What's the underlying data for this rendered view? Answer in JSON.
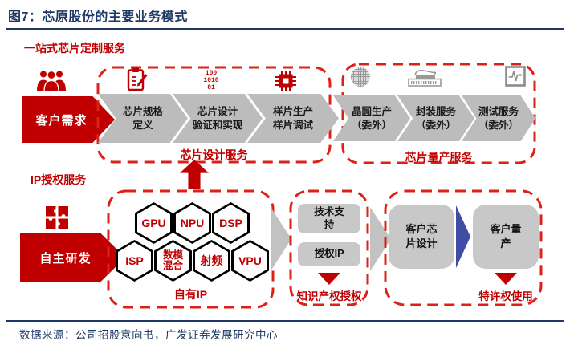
{
  "title": "图7：芯原股份的主要业务模式",
  "source": "数据来源：公司招股意向书，广发证券发展研究中心",
  "colors": {
    "accent_red": "#c00000",
    "dash_red": "#dd2018",
    "navy": "#1f3864",
    "chevron_gray": "#bcbcbc",
    "rect_gray": "#c8c8c8",
    "arrow_blue": "#3f4da6"
  },
  "sections": {
    "custom_service": {
      "label": "一站式芯片定制服务",
      "input_label": "客户需求",
      "input_icon": "customers-icon",
      "design_box": {
        "label": "芯片设计服务",
        "icons": [
          "clipboard-pen-icon",
          "binary-code-icon",
          "chip-icon"
        ],
        "binary_text": [
          "100",
          "1010",
          "01"
        ],
        "steps": [
          [
            "芯片规格",
            "定义"
          ],
          [
            "芯片设计",
            "验证和实现"
          ],
          [
            "样片生产",
            "样片调试"
          ]
        ]
      },
      "production_box": {
        "label": "芯片量产服务",
        "icons": [
          "wafer-icon",
          "bonder-machine-icon",
          "tester-icon"
        ],
        "steps": [
          [
            "晶圆生产",
            "（委外）"
          ],
          [
            "封装服务",
            "（委外）"
          ],
          [
            "测试服务",
            "（委外）"
          ]
        ]
      }
    },
    "ip_service": {
      "label": "IP授权服务",
      "input_label": "自主研发",
      "input_icon": "puzzle-icon",
      "own_ip_box": {
        "label": "自有IP",
        "row1": [
          "GPU",
          "NPU",
          "DSP"
        ],
        "row2": [
          "ISP",
          [
            "数模",
            "混合"
          ],
          "射频",
          "VPU"
        ]
      },
      "licensing_box": {
        "label": "知识产权授权",
        "items": [
          [
            "技术支",
            "持"
          ],
          "授权IP"
        ]
      },
      "royalty_box": {
        "label": "特许权使用",
        "items": [
          [
            "客户芯",
            "片设计"
          ],
          [
            "客户量",
            "产"
          ]
        ]
      }
    }
  }
}
